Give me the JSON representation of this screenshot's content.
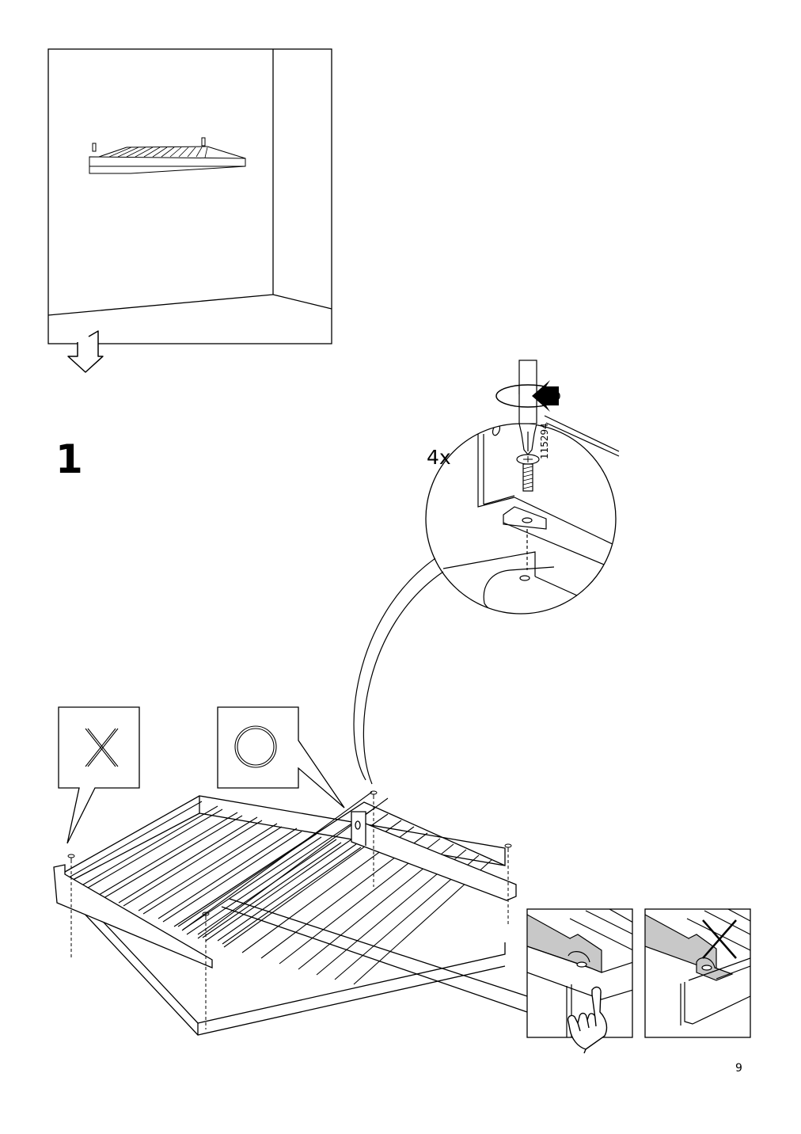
{
  "step": {
    "number": "1"
  },
  "hardware": {
    "quantity_label": "4x",
    "part_number": "115294"
  },
  "page": {
    "number": "9"
  },
  "symbols": {
    "wrong_mark": "X",
    "correct_mark": "circle-icon",
    "rotate_direction": "clockwise-arrow-icon"
  },
  "colors": {
    "line": "#000000",
    "bracket_fill": "#c8c8c8",
    "background": "#ffffff"
  }
}
